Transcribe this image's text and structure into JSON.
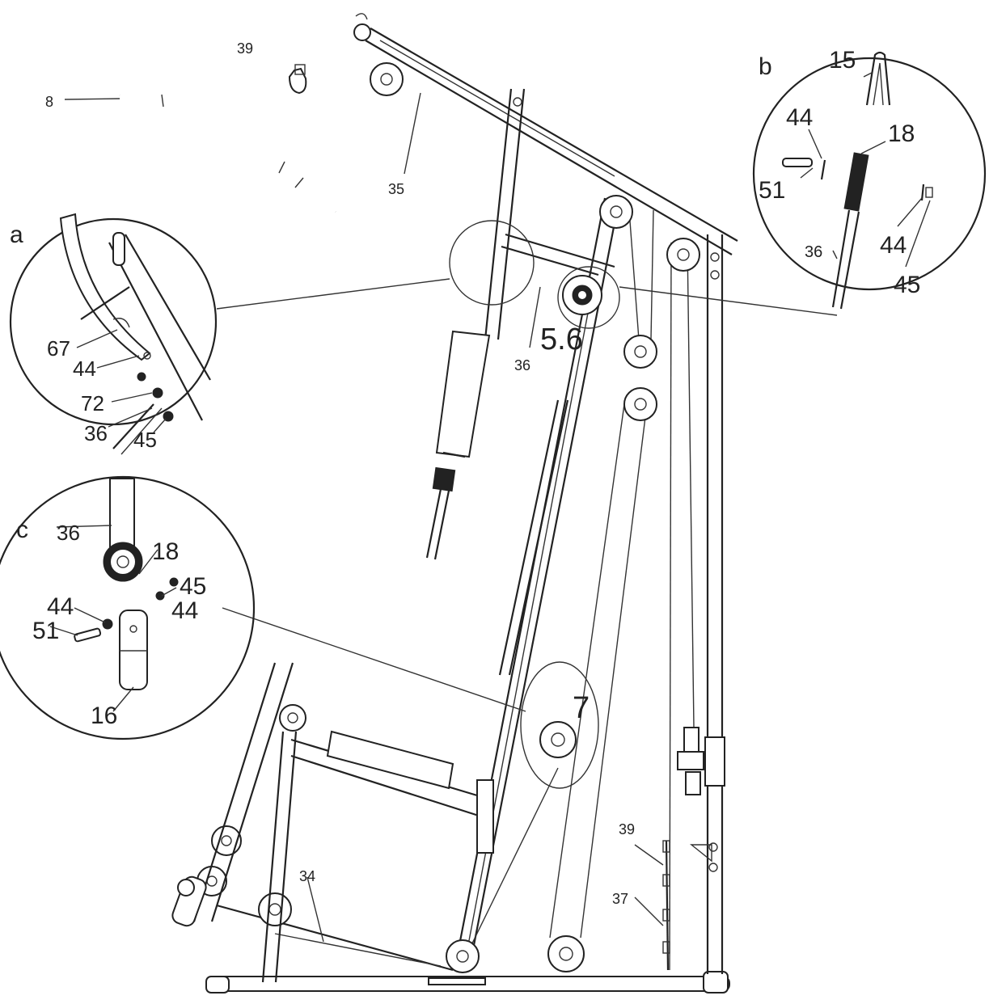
{
  "labels": {
    "main": {
      "handle": "8",
      "clip_top": "39",
      "cable_top": "35",
      "cable_mid": "36",
      "pulley_56": "5.6",
      "pulley_7": "7",
      "cable_bottom": "34",
      "clip_bottom": "39",
      "chain": "37"
    },
    "detail_a": {
      "letter": "a",
      "p67": "67",
      "p44": "44",
      "p72": "72",
      "p36": "36",
      "p45": "45"
    },
    "detail_b": {
      "letter": "b",
      "p15": "15",
      "p44a": "44",
      "p18": "18",
      "p51": "51",
      "p36": "36",
      "p44b": "44",
      "p45": "45"
    },
    "detail_c": {
      "letter": "c",
      "p36": "36",
      "p18": "18",
      "p45": "45",
      "p44a": "44",
      "p44b": "44",
      "p51": "51",
      "p16": "16"
    }
  }
}
